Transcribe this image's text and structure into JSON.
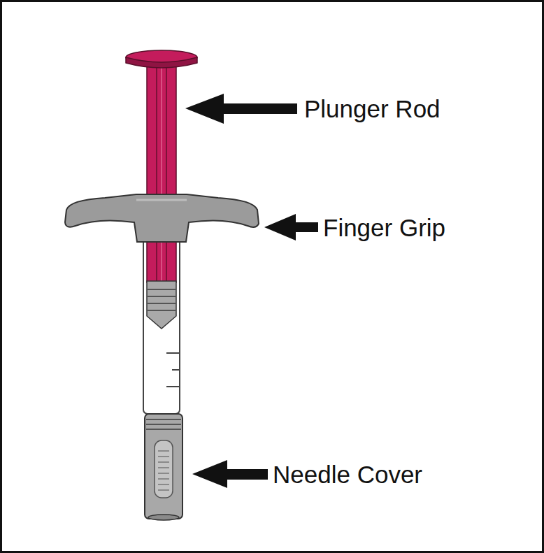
{
  "diagram": {
    "labels": [
      "Plunger Rod",
      "Finger Grip",
      "Needle Cover"
    ]
  }
}
